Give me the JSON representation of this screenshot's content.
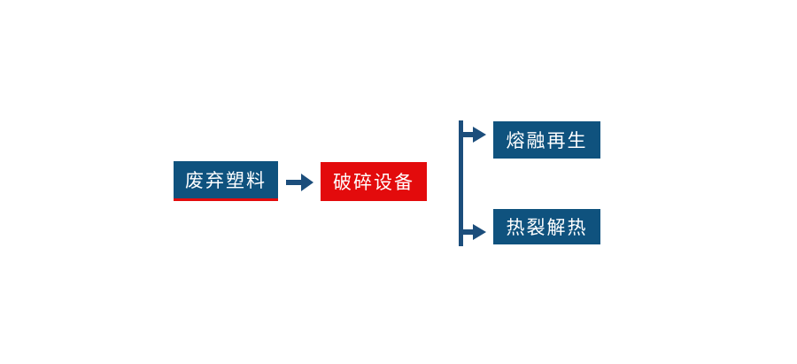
{
  "diagram": {
    "type": "flowchart",
    "colors": {
      "page_bg": "#ffffff",
      "node_blue": "#0f527e",
      "node_red": "#e30b0c",
      "connector_blue": "#1c4e7c",
      "text": "#ffffff",
      "accent_underline": "#e30b0c"
    },
    "nodes": {
      "source": {
        "label": "废弃塑料"
      },
      "process": {
        "label": "破碎设备"
      },
      "branch_top": {
        "label": "熔融再生"
      },
      "branch_bottom": {
        "label": "热裂解热"
      }
    },
    "connections": [
      {
        "from": "source",
        "to": "process",
        "style": "arrow-right"
      },
      {
        "from": "process",
        "to": "branch_top",
        "style": "branch-arrow"
      },
      {
        "from": "process",
        "to": "branch_bottom",
        "style": "branch-arrow"
      }
    ]
  }
}
